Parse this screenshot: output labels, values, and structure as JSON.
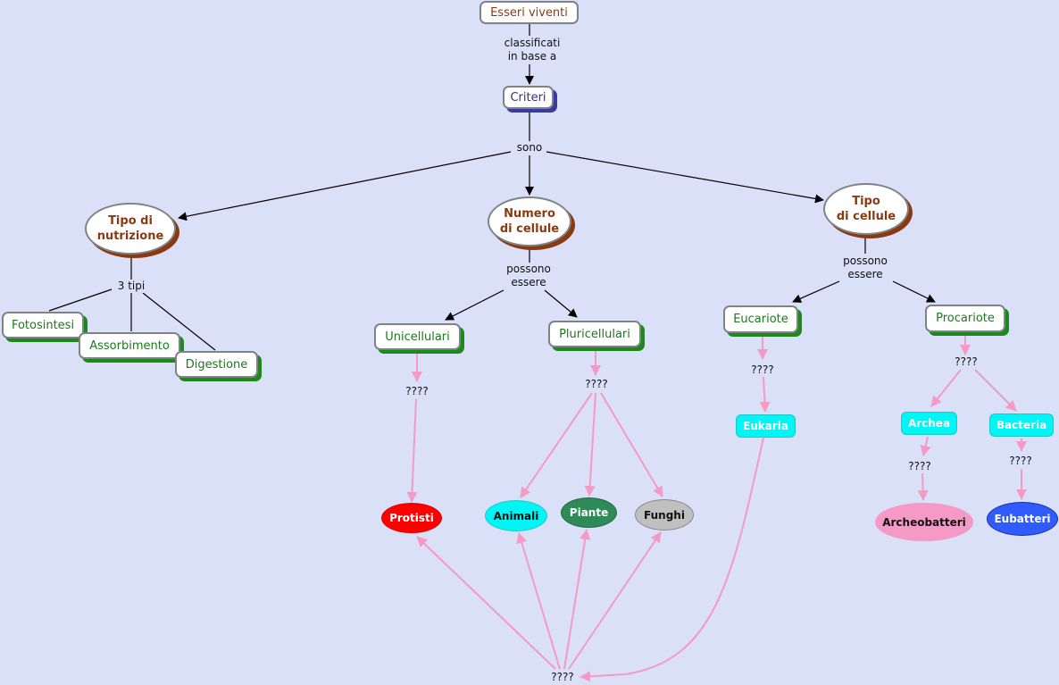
{
  "diagram": {
    "type": "concept-map",
    "colors": {
      "background": "#d9e0f7",
      "link_black": "#000000",
      "link_pink": "#f59ac4",
      "root_text": "#8a3a12",
      "criteria_text": "#33337a",
      "green_text": "#1a7a1a",
      "cyan_box": "#00f5f5",
      "protisti": "#ff0000",
      "animali": "#00f5f5",
      "piante": "#2e8b57",
      "funghi": "#c0c0c0",
      "archeobatteri": "#f59ac4",
      "eubatteri": "#2f5bff"
    },
    "nodes": {
      "esseri_viventi": "Esseri viventi",
      "criteri": "Criteri",
      "tipo_nutrizione": "Tipo di\nnutrizione",
      "numero_cellule": "Numero\ndi cellule",
      "tipo_cellule": "Tipo\ndi cellule",
      "fotosintesi": "Fotosintesi",
      "assorbimento": "Assorbimento",
      "digestione": "Digestione",
      "unicellulari": "Unicellulari",
      "pluricellulari": "Pluricellulari",
      "eucariote": "Eucariote",
      "procariote": "Procariote",
      "eukaria": "Eukaria",
      "archea": "Archea",
      "bacteria": "Bacteria",
      "protisti": "Protisti",
      "animali": "Animali",
      "piante": "Piante",
      "funghi": "Funghi",
      "archeobatteri": "Archeobatteri",
      "eubatteri": "Eubatteri"
    },
    "linking_phrases": {
      "classificati": "classificati\nin base a",
      "sono": "sono",
      "tre_tipi": "3 tipi",
      "possono_essere_1": "possono\nessere",
      "possono_essere_2": "possono\nessere",
      "q_unicellulari": "????",
      "q_pluricellulari": "????",
      "q_eucariote": "????",
      "q_procariote": "????",
      "q_archea": "????",
      "q_bacteria": "????",
      "q_bottom": "????"
    }
  }
}
